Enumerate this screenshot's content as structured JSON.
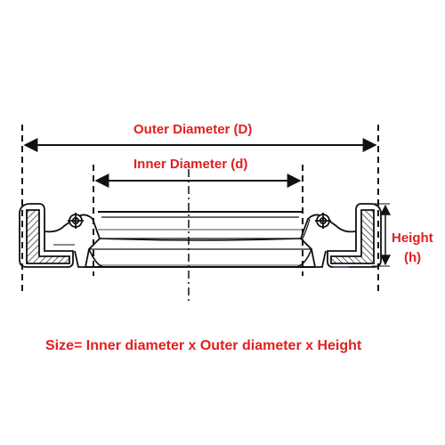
{
  "labels": {
    "outer_diameter": "Outer Diameter (D)",
    "inner_diameter": "Inner Diameter (d)",
    "height": "Height",
    "height_symbol": "(h)",
    "size_formula": "Size= Inner diameter x Outer diameter x Height"
  },
  "colors": {
    "label_text": "#e0201e",
    "line": "#111111",
    "hatch": "#222222",
    "spring_accent": "#7b3fa0"
  }
}
